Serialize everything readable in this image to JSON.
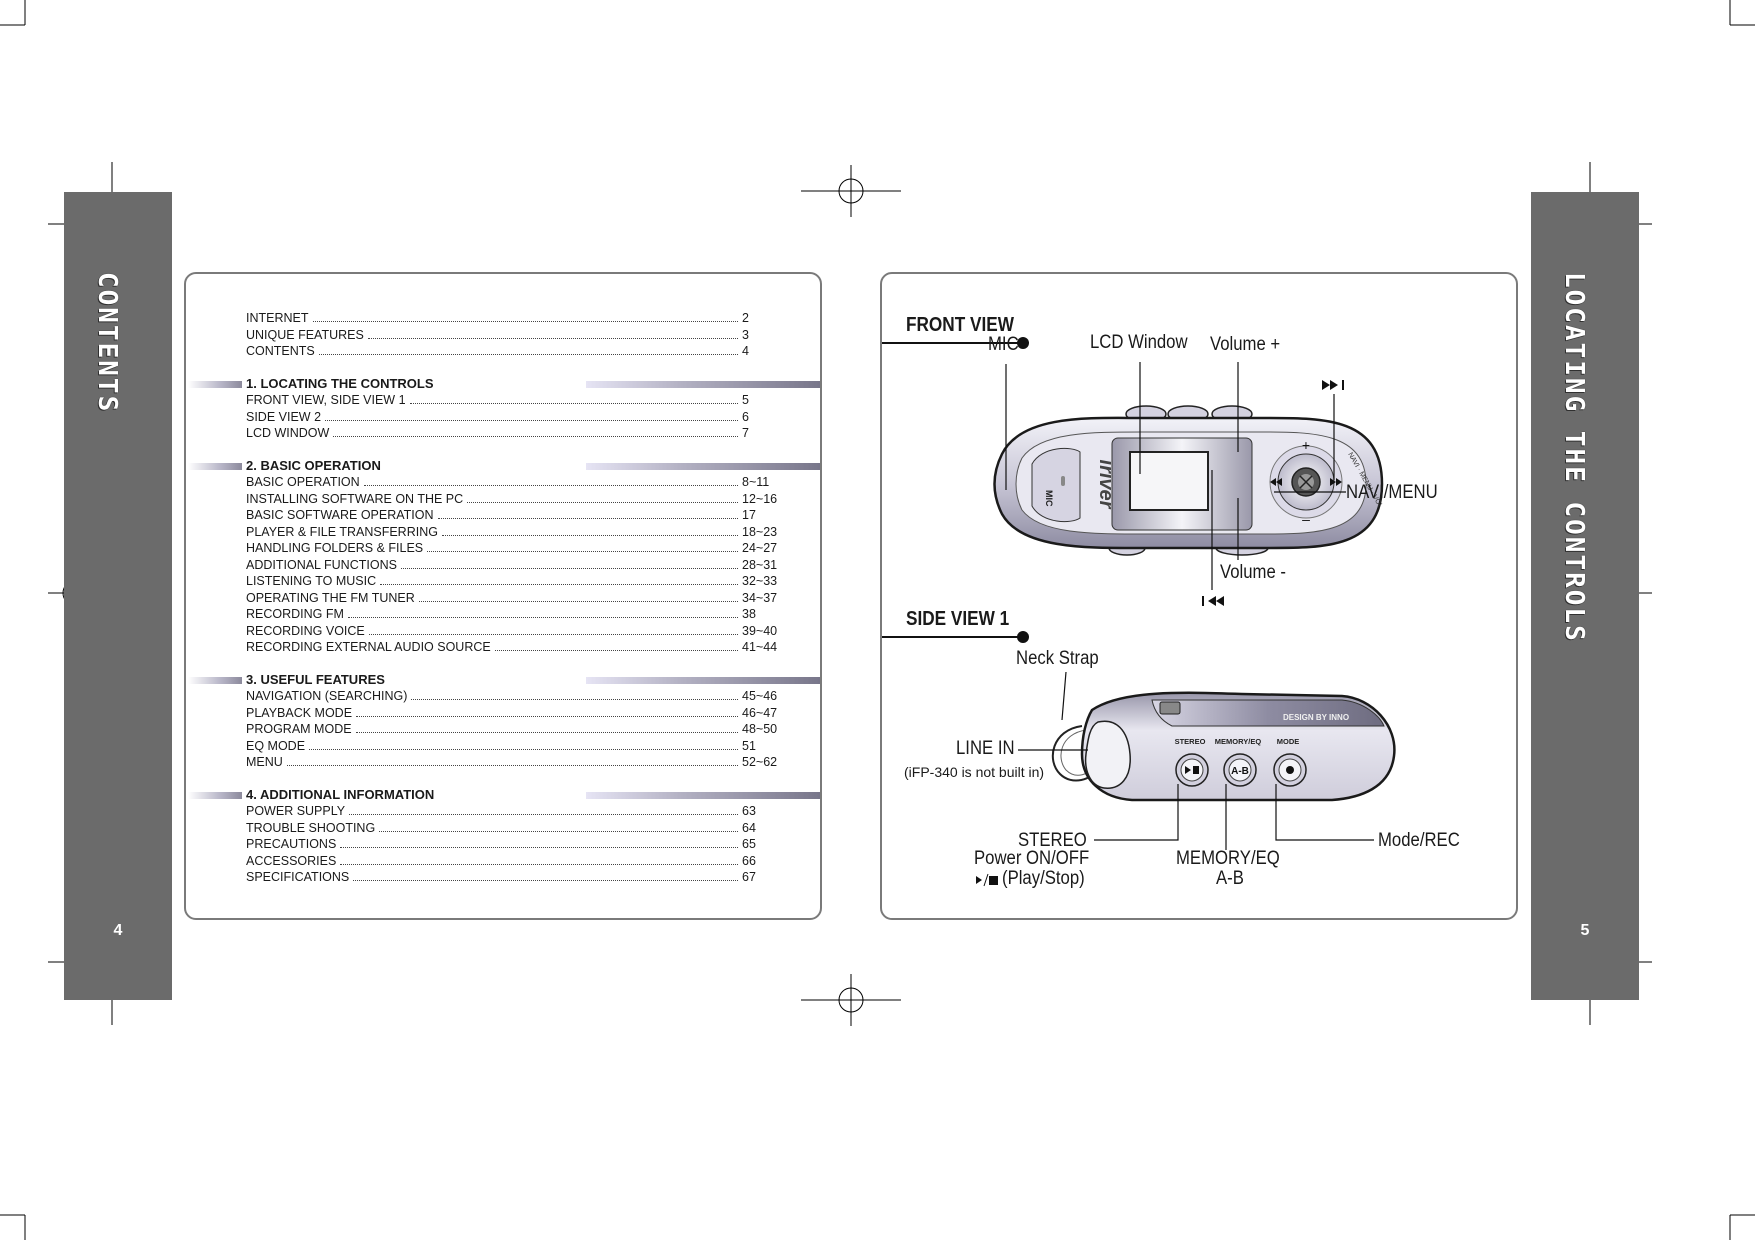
{
  "left_page": {
    "tab_title": "CONTENTS",
    "page_number": "4",
    "toc_intro": [
      {
        "title": "INTERNET",
        "page": "2"
      },
      {
        "title": "UNIQUE FEATURES",
        "page": "3"
      },
      {
        "title": "CONTENTS",
        "page": "4"
      }
    ],
    "sections": [
      {
        "heading": "1. LOCATING THE  CONTROLS",
        "entries": [
          {
            "title": "FRONT VIEW, SIDE VIEW 1",
            "page": "5"
          },
          {
            "title": "SIDE VIEW 2",
            "page": "6"
          },
          {
            "title": "LCD WINDOW",
            "page": "7"
          }
        ]
      },
      {
        "heading": "2. BASIC OPERATION",
        "entries": [
          {
            "title": "BASIC OPERATION",
            "page": "8~11"
          },
          {
            "title": "INSTALLING SOFTWARE ON THE PC",
            "page": "12~16"
          },
          {
            "title": "BASIC SOFTWARE OPERATION",
            "page": "17"
          },
          {
            "title": "PLAYER & FILE TRANSFERRING",
            "page": "18~23"
          },
          {
            "title": "HANDLING FOLDERS & FILES",
            "page": "24~27"
          },
          {
            "title": "ADDITIONAL FUNCTIONS",
            "page": "28~31"
          },
          {
            "title": "LISTENING TO MUSIC",
            "page": "32~33"
          },
          {
            "title": "OPERATING THE FM TUNER",
            "page": "34~37"
          },
          {
            "title": "RECORDING FM",
            "page": "38"
          },
          {
            "title": "RECORDING VOICE",
            "page": "39~40"
          },
          {
            "title": "RECORDING EXTERNAL AUDIO SOURCE",
            "page": "41~44"
          }
        ]
      },
      {
        "heading": "3. USEFUL FEATURES",
        "entries": [
          {
            "title": "NAVIGATION (SEARCHING)",
            "page": "45~46"
          },
          {
            "title": "PLAYBACK MODE",
            "page": "46~47"
          },
          {
            "title": "PROGRAM MODE",
            "page": "48~50"
          },
          {
            "title": "EQ MODE",
            "page": "51"
          },
          {
            "title": "MENU",
            "page": "52~62"
          }
        ]
      },
      {
        "heading": "4. ADDITIONAL INFORMATION",
        "entries": [
          {
            "title": "POWER SUPPLY",
            "page": "63"
          },
          {
            "title": "TROUBLE SHOOTING",
            "page": "64"
          },
          {
            "title": "PRECAUTIONS",
            "page": "65"
          },
          {
            "title": "ACCESSORIES",
            "page": "66"
          },
          {
            "title": "SPECIFICATIONS",
            "page": "67"
          }
        ]
      }
    ]
  },
  "right_page": {
    "tab_title": "LOCATING THE CONTROLS",
    "page_number": "5",
    "front_view": {
      "title": "FRONT VIEW",
      "labels": {
        "mic": "MIC",
        "lcd": "LCD Window",
        "vol_up": "Volume +",
        "navi": "NAVI/MENU",
        "vol_down": "Volume -",
        "device_mic": "MIC",
        "device_brand": "iriver",
        "device_navi": "NAVI · MENU · VOL"
      }
    },
    "side_view": {
      "title": "SIDE VIEW 1",
      "labels": {
        "neck_strap": "Neck Strap",
        "line_in": "LINE IN",
        "line_in_note": "(iFP-340 is not built in)",
        "stereo": "STEREO",
        "power": "Power ON/OFF",
        "play_stop": "(Play/Stop)",
        "memory_eq": "MEMORY/EQ",
        "ab": "A-B",
        "mode_rec": "Mode/REC",
        "device_design": "DESIGN BY INNO",
        "device_stereo": "STEREO",
        "device_memory": "MEMORY/EQ",
        "device_mode": "MODE",
        "device_ab": "A-B"
      }
    }
  }
}
